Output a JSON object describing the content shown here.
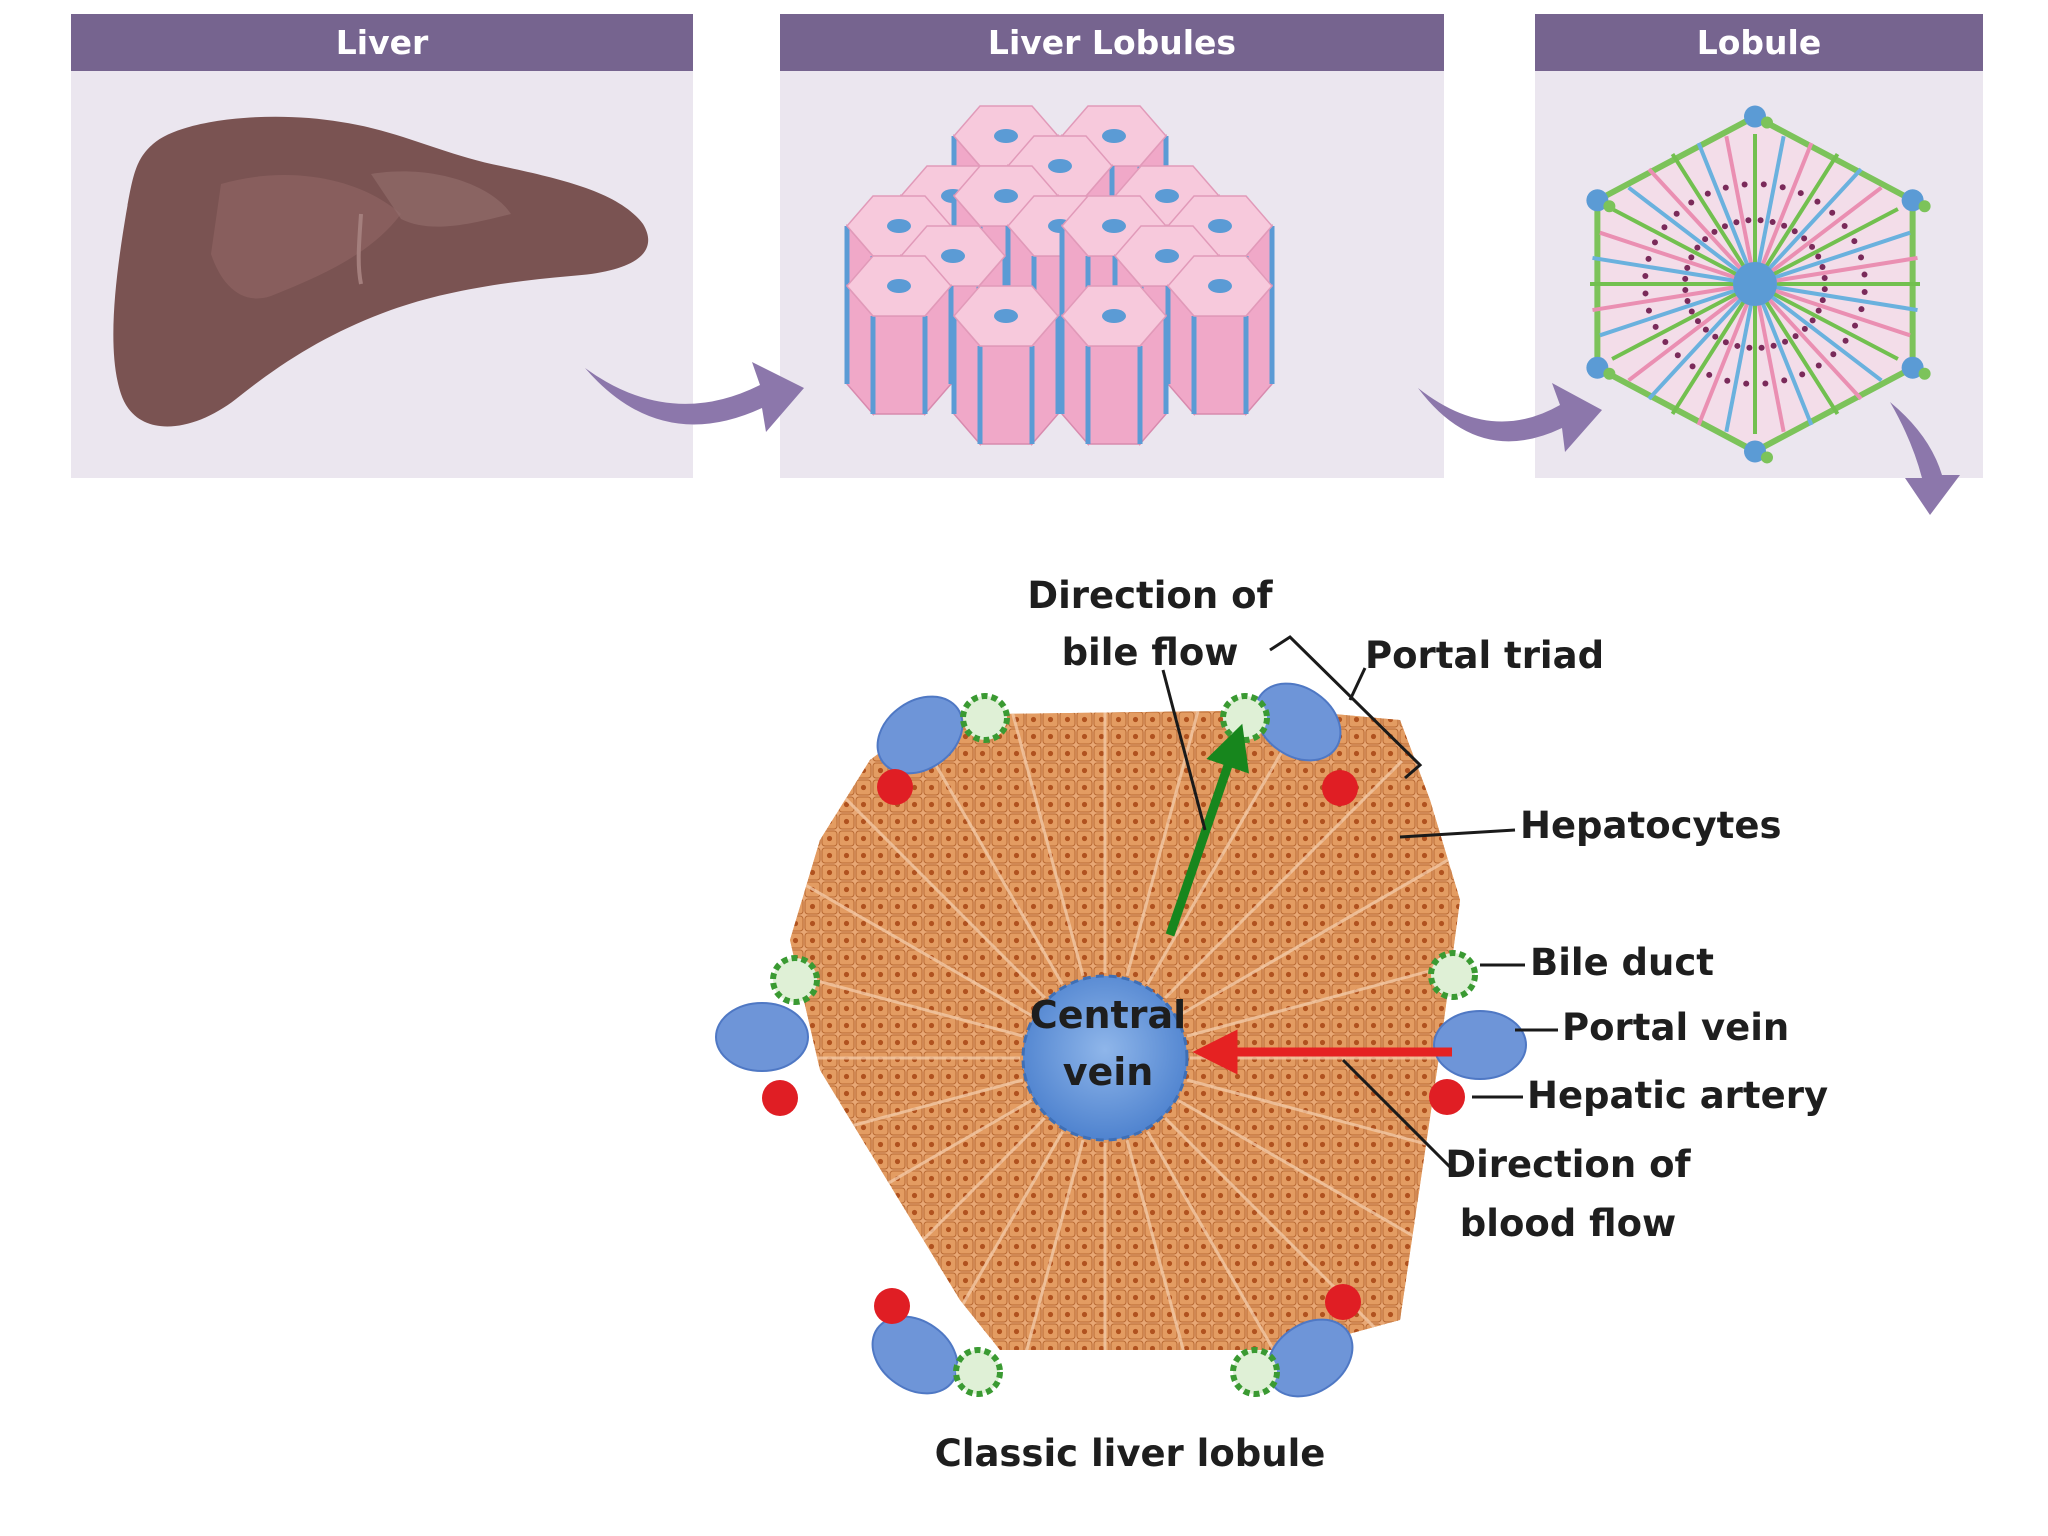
{
  "panels": {
    "liver": {
      "title": "Liver"
    },
    "lobules": {
      "title": "Liver Lobules"
    },
    "lobule": {
      "title": "Lobule"
    }
  },
  "diagram": {
    "bile_flow_direction": "Direction of bile flow",
    "portal_triad": "Portal triad",
    "hepatocytes": "Hepatocytes",
    "bile_duct": "Bile duct",
    "portal_vein": "Portal vein",
    "hepatic_artery": "Hepatic artery",
    "blood_flow_direction": "Direction of blood flow",
    "central_vein": "Central vein",
    "caption": "Classic liver lobule"
  },
  "colors": {
    "header": "#76648f",
    "panel_bg": "#ebe6ef",
    "arrow": "#8c77ab",
    "liver": "#7a5352",
    "lobule_pink": "#f2b4cf",
    "vessel_blue": "#5b9bd5",
    "hepatocyte": "#d98f55",
    "bile_flow_arrow": "#17861d",
    "blood_flow_arrow": "#e52222",
    "hepatic_artery_red": "#e01e24",
    "portal_vein_blue": "#6e95d8",
    "bile_duct_green": "#3a9a32"
  }
}
